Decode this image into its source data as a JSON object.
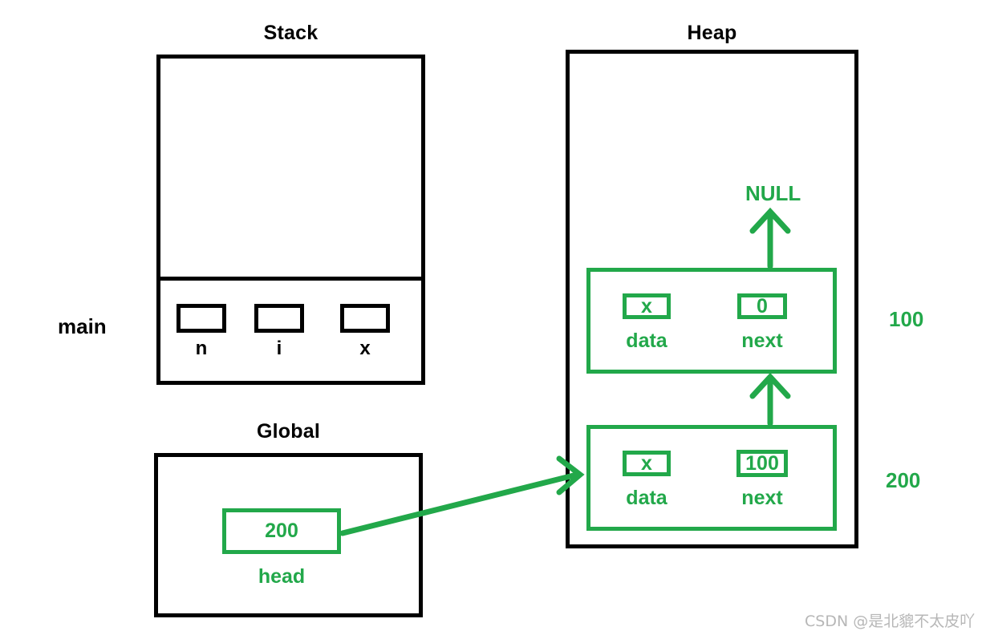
{
  "diagram": {
    "title_stack": "Stack",
    "title_heap": "Heap",
    "title_global": "Global",
    "colors": {
      "outline": "#000000",
      "accent_green": "#22a84a",
      "background": "#ffffff",
      "watermark": "#b7b7b7"
    }
  },
  "stack": {
    "caption": "Stack",
    "frame_label": "main",
    "variables": [
      {
        "name": "n",
        "value": ""
      },
      {
        "name": "i",
        "value": ""
      },
      {
        "name": "x",
        "value": ""
      }
    ]
  },
  "global": {
    "caption": "Global",
    "variable": {
      "name": "head",
      "value": "200"
    }
  },
  "heap": {
    "caption": "Heap",
    "null_label": "NULL",
    "nodes": [
      {
        "address": "100",
        "data_label": "data",
        "data_value": "x",
        "next_label": "next",
        "next_value": "0"
      },
      {
        "address": "200",
        "data_label": "data",
        "data_value": "x",
        "next_label": "next",
        "next_value": "100"
      }
    ]
  },
  "watermark": {
    "text": "CSDN @是北貔不太皮吖"
  }
}
